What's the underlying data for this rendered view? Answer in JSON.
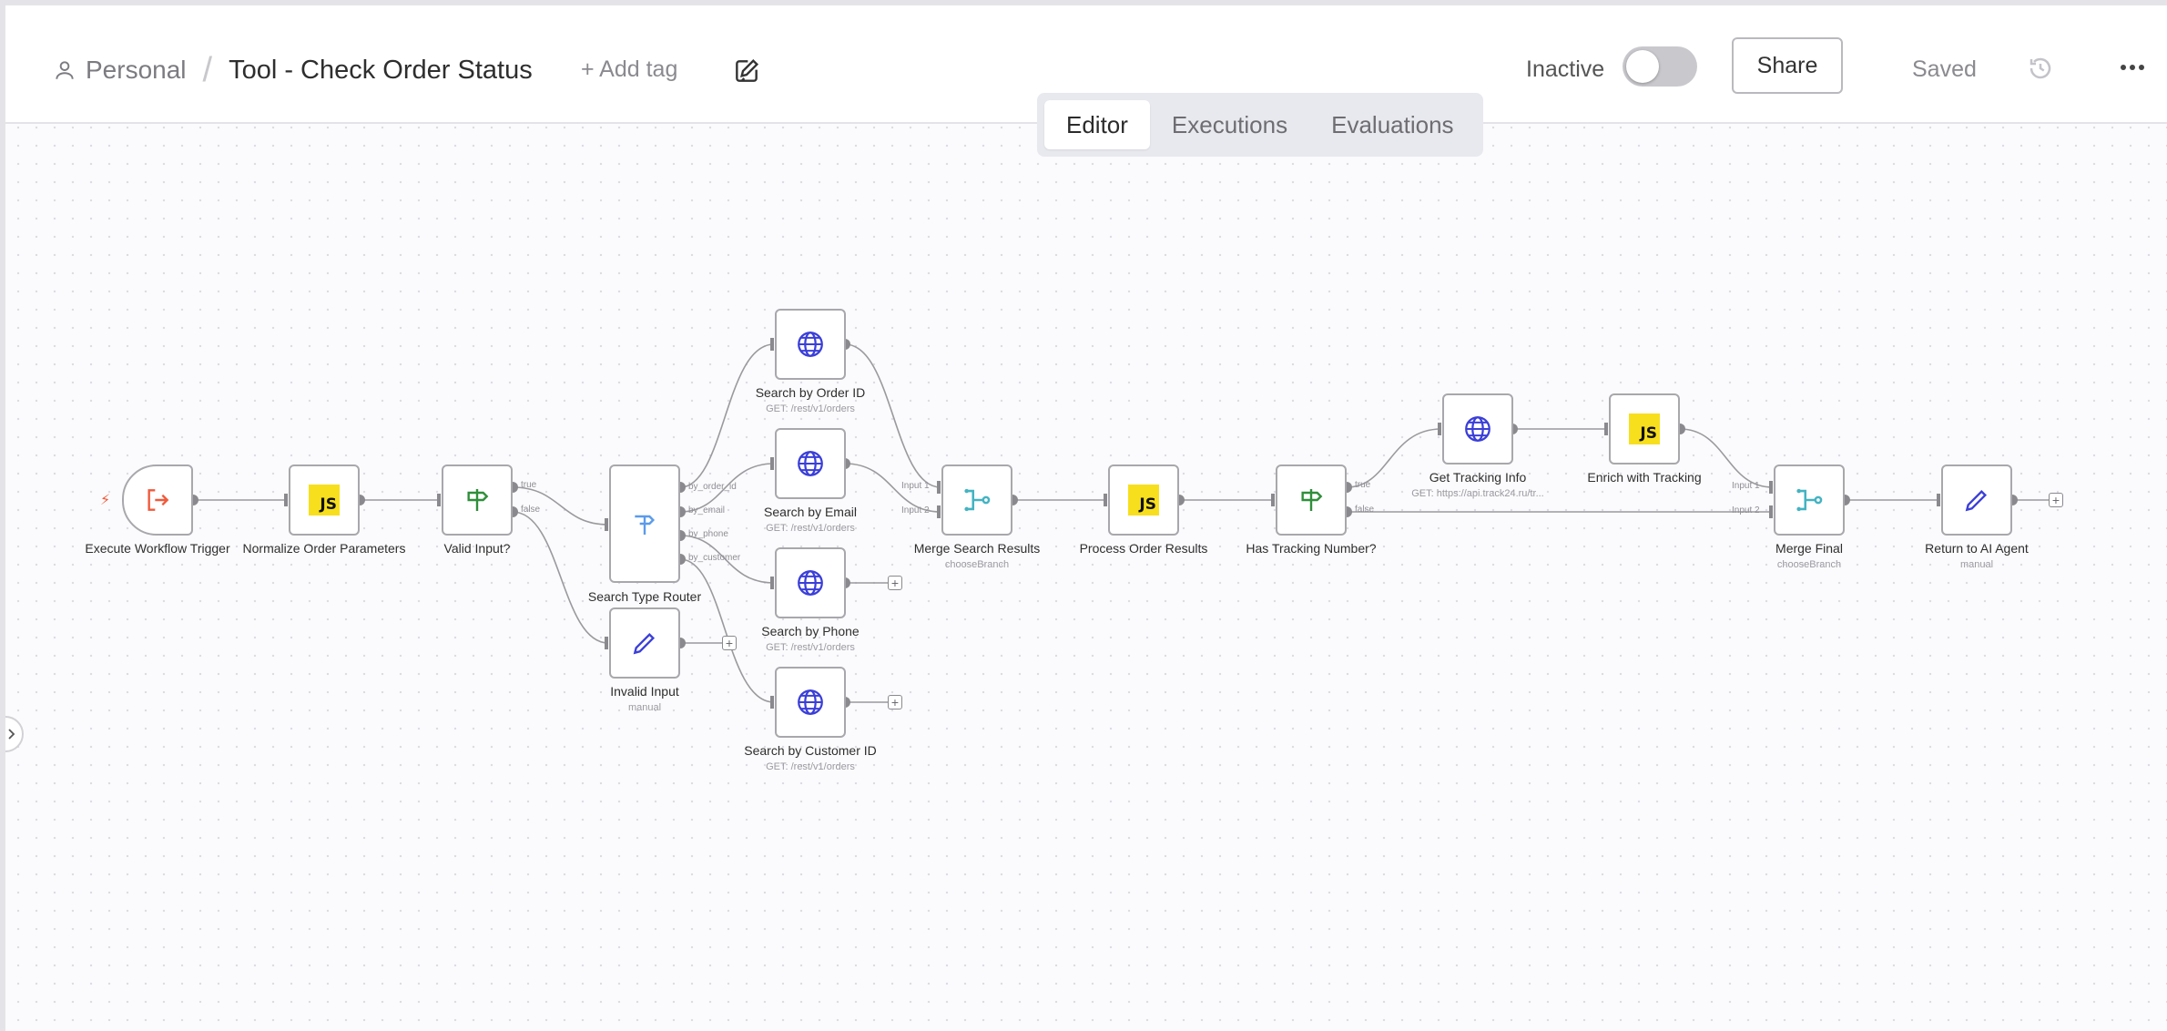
{
  "header": {
    "project": "Personal",
    "separator": "/",
    "title": "Tool - Check Order Status",
    "add_tag": "+ Add tag",
    "status": "Inactive",
    "share": "Share",
    "saved": "Saved"
  },
  "tabs": [
    {
      "label": "Editor",
      "active": true
    },
    {
      "label": "Executions",
      "active": false
    },
    {
      "label": "Evaluations",
      "active": false
    }
  ],
  "nodes": {
    "trigger": {
      "label": "Execute Workflow Trigger",
      "icon": "exit-arrow-icon"
    },
    "normalize": {
      "label": "Normalize Order Parameters",
      "icon": "js-icon",
      "badge": "JS"
    },
    "valid_input": {
      "label": "Valid Input?",
      "icon": "signpost-icon",
      "ports": [
        "true",
        "false"
      ]
    },
    "router": {
      "label": "Search Type Router",
      "icon": "router-icon",
      "ports": [
        "by_order_id",
        "by_email",
        "by_phone",
        "by_customer"
      ]
    },
    "invalid_input": {
      "label": "Invalid Input",
      "sub": "manual",
      "icon": "pencil-icon"
    },
    "search_order": {
      "label": "Search by Order ID",
      "sub": "GET: /rest/v1/orders",
      "icon": "globe-icon"
    },
    "search_email": {
      "label": "Search by Email",
      "sub": "GET: /rest/v1/orders",
      "icon": "globe-icon"
    },
    "search_phone": {
      "label": "Search by Phone",
      "sub": "GET: /rest/v1/orders",
      "icon": "globe-icon"
    },
    "search_customer": {
      "label": "Search by Customer ID",
      "sub": "GET: /rest/v1/orders",
      "icon": "globe-icon"
    },
    "merge_search": {
      "label": "Merge Search Results",
      "sub": "chooseBranch",
      "icon": "merge-icon",
      "inputs": [
        "Input 1",
        "Input 2"
      ]
    },
    "process": {
      "label": "Process Order Results",
      "icon": "js-icon",
      "badge": "JS"
    },
    "has_tracking": {
      "label": "Has Tracking Number?",
      "icon": "signpost-icon",
      "ports": [
        "true",
        "false"
      ]
    },
    "get_tracking": {
      "label": "Get Tracking Info",
      "sub": "GET: https://api.track24.ru/tr...",
      "icon": "globe-icon"
    },
    "enrich": {
      "label": "Enrich with Tracking",
      "icon": "js-icon",
      "badge": "JS"
    },
    "merge_final": {
      "label": "Merge Final",
      "sub": "chooseBranch",
      "icon": "merge-icon",
      "inputs": [
        "Input 1",
        "Input 2"
      ]
    },
    "return_agent": {
      "label": "Return to AI Agent",
      "sub": "manual",
      "icon": "pencil-icon"
    }
  },
  "colors": {
    "trigger": "#f05a3b",
    "js_yellow": "#f7df1e",
    "if_green": "#2f8f3a",
    "router_blue": "#5b9bea",
    "http_blue": "#3b3fd8",
    "merge_teal": "#44b3c2",
    "set_blue": "#3b3fd8"
  }
}
